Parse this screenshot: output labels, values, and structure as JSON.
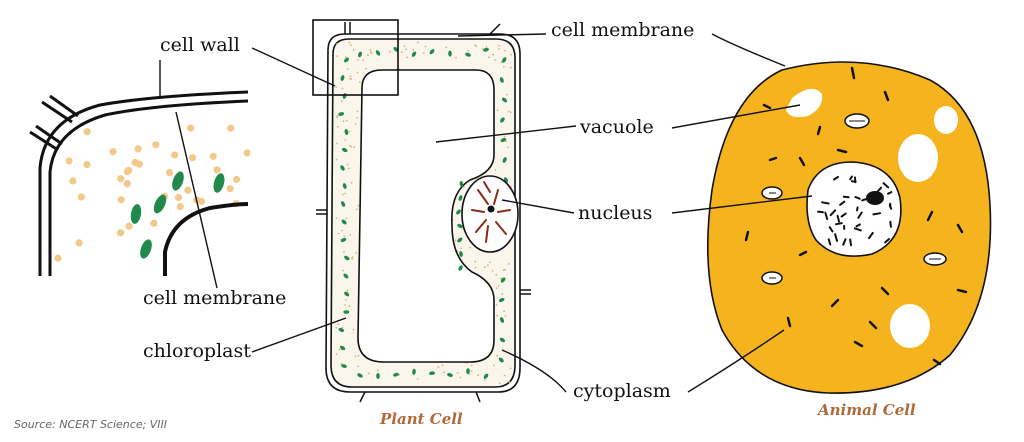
{
  "labels": {
    "cell_wall": "cell wall",
    "cell_membrane_left": "cell membrane",
    "chloroplast": "chloroplast",
    "cell_membrane_top": "cell membrane",
    "vacuole": "vacuole",
    "nucleus": "nucleus",
    "cytoplasm": "cytoplasm"
  },
  "captions": {
    "plant": "Plant Cell",
    "animal": "Animal Cell"
  },
  "source": "Source: NCERT Science; VIII",
  "colors": {
    "cytoplasm_dots": "#f3c98b",
    "chloroplast": "#1f8a4c",
    "animal_cell": "#f5b41e",
    "nucleus_strands": "#8b2a1a",
    "caption": "#b06a3a",
    "outline": "#111111"
  }
}
